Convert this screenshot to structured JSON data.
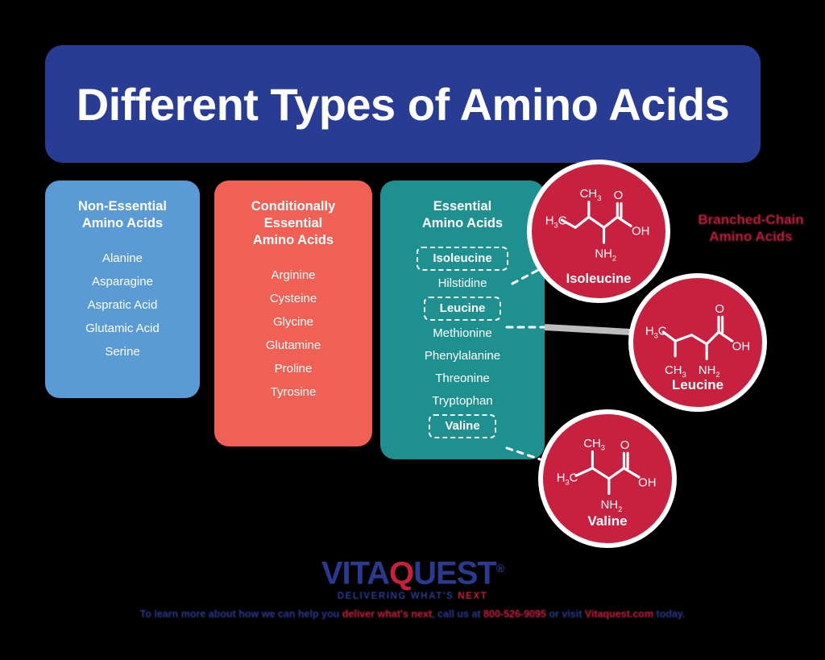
{
  "header": {
    "title": "Different Types of Amino Acids",
    "bg_color": "#283C93"
  },
  "panels": [
    {
      "id": "non-essential",
      "title": "Non-Essential\nAmino Acids",
      "bg_color": "#5B9BD5",
      "items": [
        "Alanine",
        "Asparagine",
        "Aspratic Acid",
        "Glutamic Acid",
        "Serine"
      ]
    },
    {
      "id": "conditionally-essential",
      "title": "Conditionally\nEssential\nAmino Acids",
      "bg_color": "#F06055",
      "items": [
        "Arginine",
        "Cysteine",
        "Glycine",
        "Glutamine",
        "Proline",
        "Tyrosine"
      ]
    },
    {
      "id": "essential",
      "title": "Essential\nAmino Acids",
      "bg_color": "#1F9090",
      "items": [
        {
          "label": "Isoleucine",
          "highlighted": true
        },
        {
          "label": "Hilstidine",
          "highlighted": false
        },
        {
          "label": "Leucine",
          "highlighted": true
        },
        {
          "label": "Methionine",
          "highlighted": false
        },
        {
          "label": "Phenylalanine",
          "highlighted": false
        },
        {
          "label": "Threonine",
          "highlighted": false
        },
        {
          "label": "Tryptophan",
          "highlighted": false
        },
        {
          "label": "Valine",
          "highlighted": true
        }
      ]
    }
  ],
  "bcaa_label": "Branched-Chain\nAmino Acids",
  "bcaa_label_color": "#C8203F",
  "molecules": [
    {
      "id": "isoleucine",
      "name": "Isoleucine",
      "bg_color": "#C8203F",
      "atoms": [
        "H",
        "3",
        "C",
        "CH",
        "3",
        "O",
        "OH",
        "NH",
        "2"
      ]
    },
    {
      "id": "leucine",
      "name": "Leucine",
      "bg_color": "#C8203F",
      "atoms": [
        "H",
        "3",
        "C",
        "CH",
        "3",
        "O",
        "OH",
        "NH",
        "2"
      ]
    },
    {
      "id": "valine",
      "name": "Valine",
      "bg_color": "#C8203F",
      "atoms": [
        "H",
        "3",
        "C",
        "CH",
        "3",
        "O",
        "OH",
        "NH",
        "2"
      ]
    }
  ],
  "logo": {
    "part1": "VITA",
    "part_q": "Q",
    "part2": "UEST",
    "trademark": "®",
    "tagline_main": "DELIVERING WHAT'S ",
    "tagline_accent": "NEXT",
    "brand_blue": "#2A3A8F",
    "brand_red": "#C8203F"
  },
  "footer": {
    "text_1": "To learn more about how we can help you ",
    "text_hl_1": "deliver what's next",
    "text_2": ", call us at ",
    "text_hl_2": "800-526-9095",
    "text_3": " or visit ",
    "text_hl_3": "Vitaquest.com",
    "text_4": " today."
  }
}
